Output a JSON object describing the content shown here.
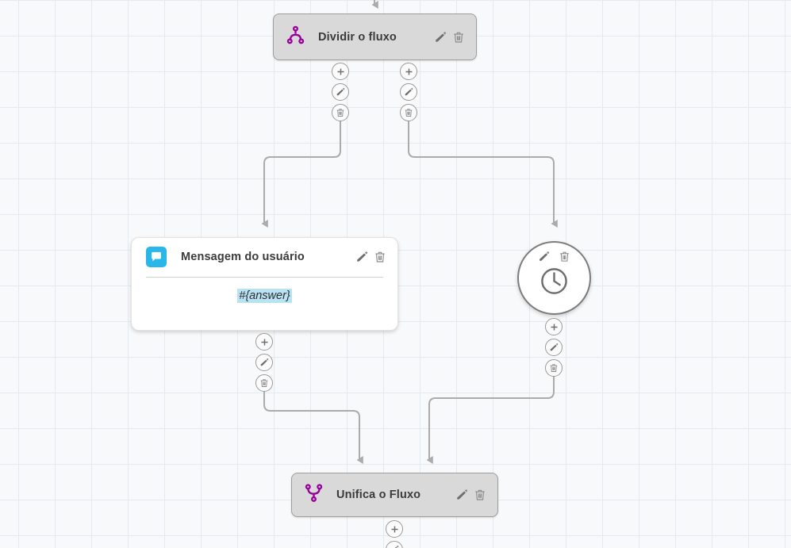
{
  "canvas": {
    "label": "flow-builder-canvas",
    "background_color": "#f8f9fa",
    "grid_color": "#e4eaf2"
  },
  "palette": {
    "split_merge_purple": "#99009c",
    "message_blue": "#29b6e8",
    "node_gray_fill": "#d9d9d9",
    "node_gray_border": "#9e9e9e",
    "edge_gray": "#ababab",
    "variable_highlight": "#b9e2f2"
  },
  "nodes": [
    {
      "id": "split",
      "type": "split-flow",
      "title": "Dividir o fluxo",
      "icon": "split-flow-icon",
      "edit_label": "pencil-icon",
      "delete_label": "trash-icon"
    },
    {
      "id": "user-message",
      "type": "user-message",
      "title": "Mensagem do usuário",
      "icon": "chat-bubble-icon",
      "body_text": "#{answer}",
      "edit_label": "pencil-icon",
      "delete_label": "trash-icon"
    },
    {
      "id": "delay",
      "type": "delay",
      "title": "",
      "icon": "clock-icon",
      "edit_label": "pencil-icon",
      "delete_label": "trash-icon"
    },
    {
      "id": "merge",
      "type": "merge-flow",
      "title": "Unifica o Fluxo",
      "icon": "merge-flow-icon",
      "edit_label": "pencil-icon",
      "delete_label": "trash-icon"
    }
  ],
  "action_buttons": {
    "add": "plus-icon",
    "edit": "pencil-icon",
    "delete": "trash-icon"
  },
  "action_stacks": [
    {
      "id": "split-out-left",
      "owner": "split"
    },
    {
      "id": "split-out-right",
      "owner": "split"
    },
    {
      "id": "message-out",
      "owner": "user-message"
    },
    {
      "id": "delay-out",
      "owner": "delay"
    },
    {
      "id": "merge-out",
      "owner": "merge"
    }
  ]
}
